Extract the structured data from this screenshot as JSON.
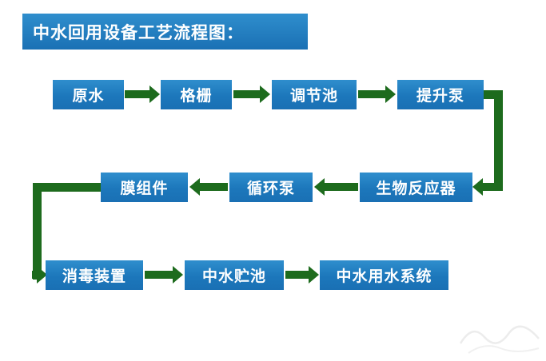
{
  "title": "中水回用设备工艺流程图：",
  "nodes": {
    "raw_water": "原水",
    "screen_grid": "格栅",
    "regulating_tank": "调节池",
    "lift_pump": "提升泵",
    "membrane_module": "膜组件",
    "circulating_pump": "循环泵",
    "bioreactor": "生物反应器",
    "disinfection_unit": "消毒装置",
    "reclaimed_water_storage": "中水贮池",
    "reclaimed_water_use_system": "中水用水系统"
  },
  "flow": [
    {
      "from": "原水",
      "to": "格栅"
    },
    {
      "from": "格栅",
      "to": "调节池"
    },
    {
      "from": "调节池",
      "to": "提升泵"
    },
    {
      "from": "提升泵",
      "to": "生物反应器"
    },
    {
      "from": "生物反应器",
      "to": "循环泵"
    },
    {
      "from": "循环泵",
      "to": "膜组件"
    },
    {
      "from": "膜组件",
      "to": "消毒装置"
    },
    {
      "from": "消毒装置",
      "to": "中水贮池"
    },
    {
      "from": "中水贮池",
      "to": "中水用水系统"
    }
  ],
  "colors": {
    "node_blue": "#1e7cc0",
    "arrow_green": "#1d6b1d",
    "text_white": "#ffffff",
    "background": "#ffffff"
  }
}
